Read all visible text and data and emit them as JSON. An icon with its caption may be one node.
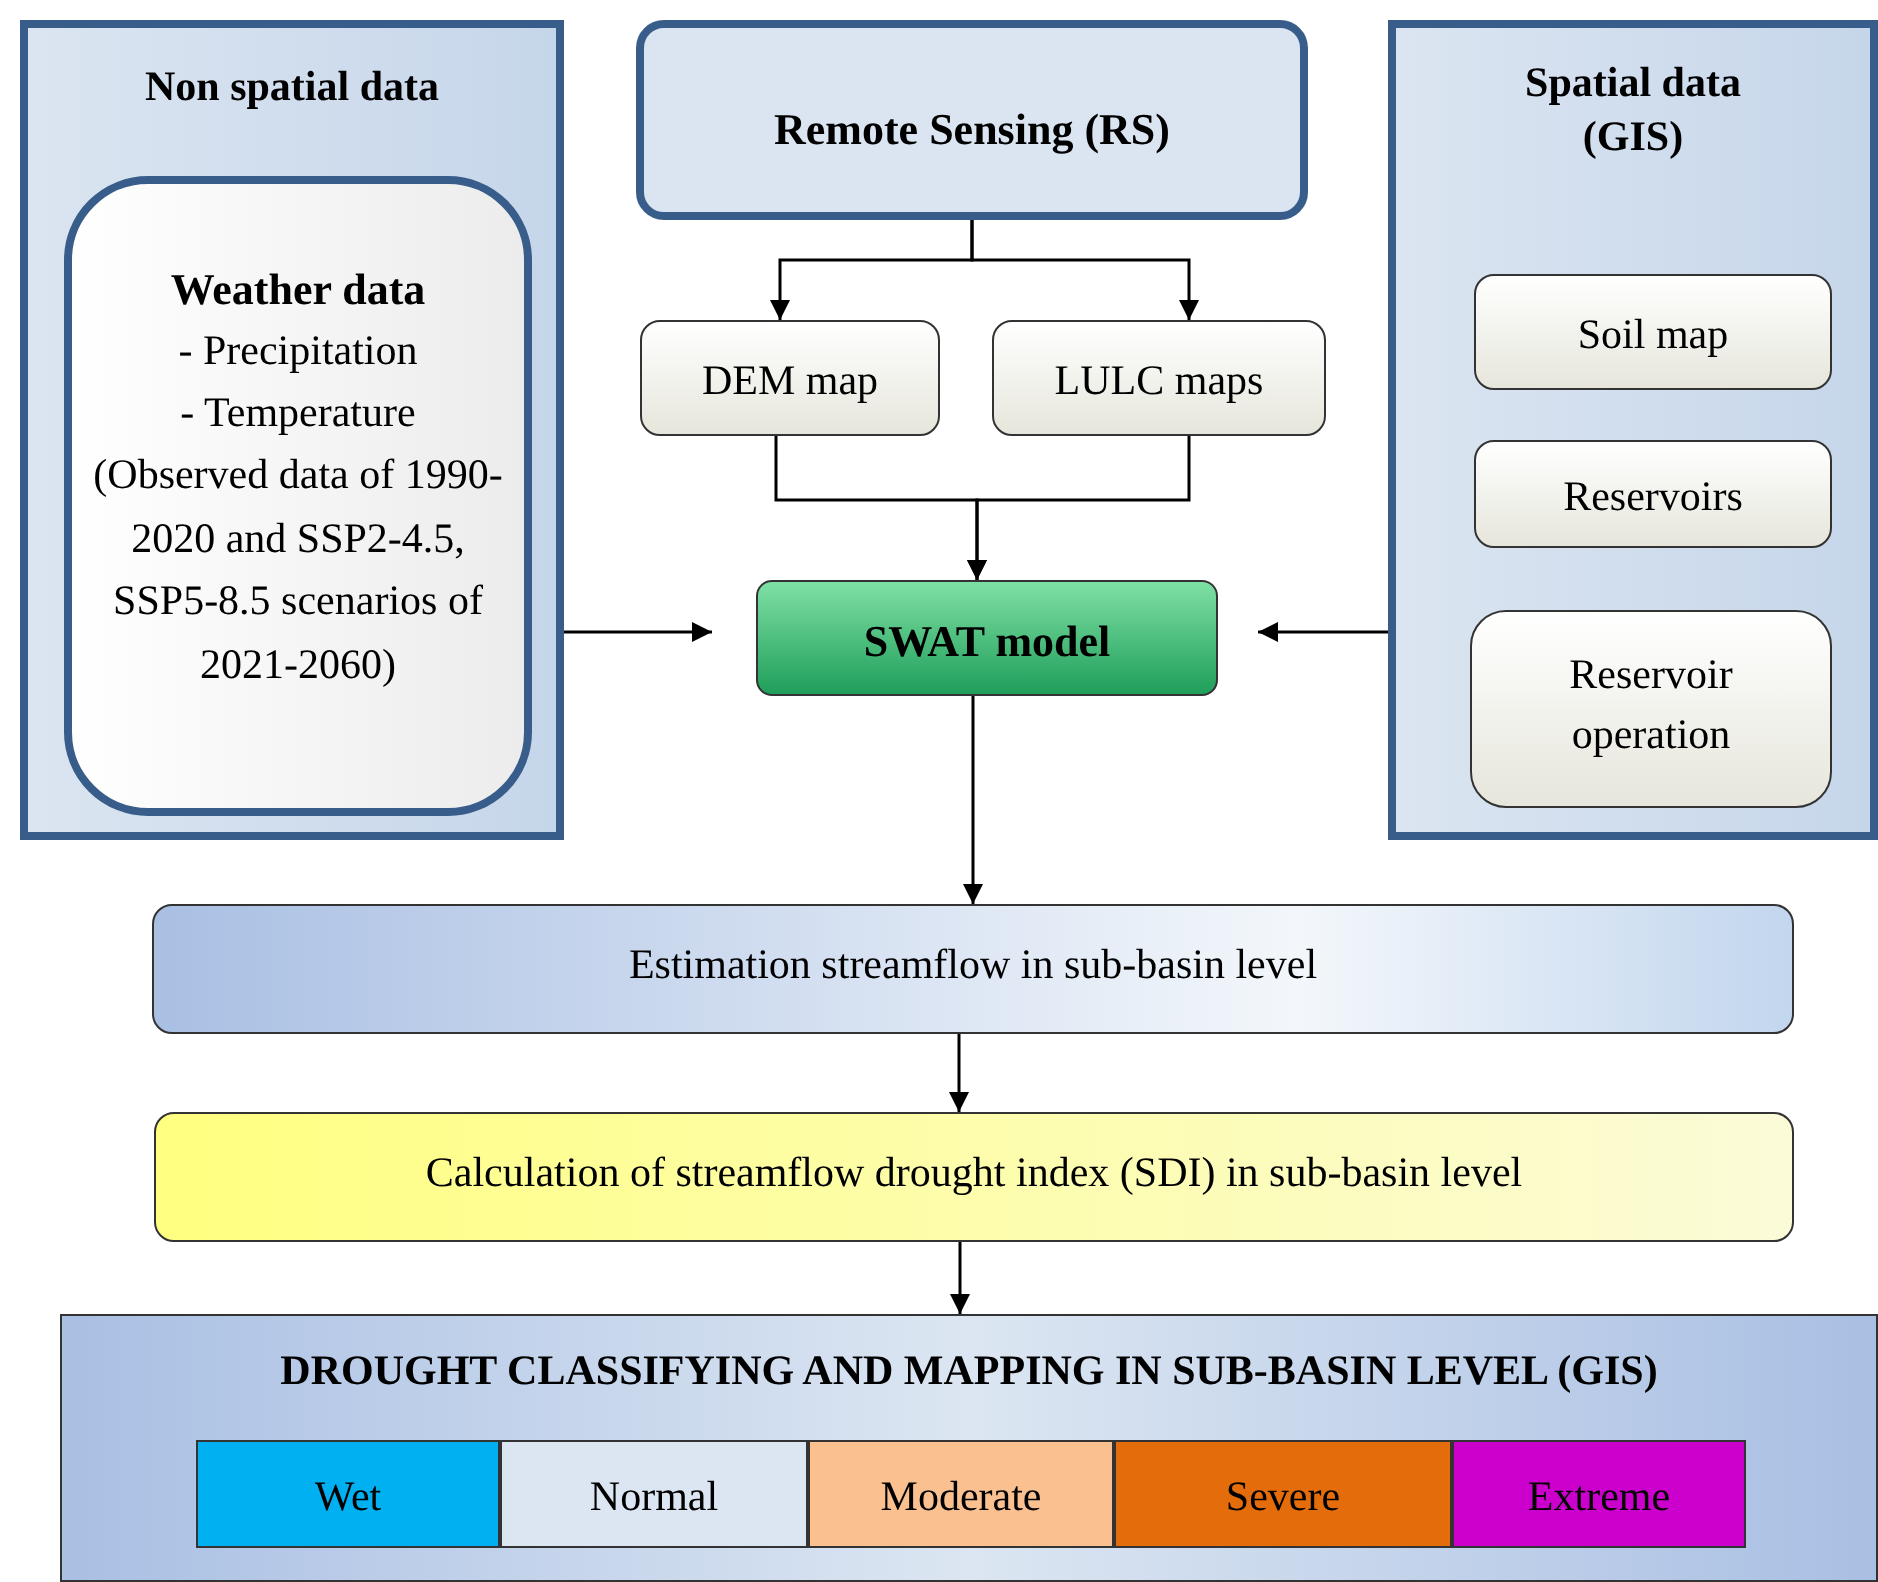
{
  "diagram": {
    "nodes": [
      {
        "text": [
          "Non spatial data"
        ]
      },
      {
        "text": [
          "Weather data",
          "- Precipitation",
          "- Temperature",
          "(Observed data of 1990-2020 and SSP2-4.5, SSP5-8.5 scenarios of 2021-2060)"
        ],
        "in": 0
      },
      {
        "text": [
          "Remote Sensing (RS)"
        ]
      },
      {
        "text": [
          "DEM map"
        ]
      },
      {
        "text": [
          "LULC maps"
        ]
      },
      {
        "text": [
          "Spatial data (GIS)"
        ]
      },
      {
        "text": [
          "Soil map"
        ],
        "in": 5
      },
      {
        "text": [
          "Reservoirs"
        ],
        "in": 5
      },
      {
        "text": [
          "Reservoir operation"
        ],
        "in": 5
      },
      {
        "text": [
          "SWAT model"
        ]
      },
      {
        "text": [
          "Estimation streamflow in sub-basin level"
        ]
      },
      {
        "text": [
          "Calculation of streamflow drought index (SDI) in sub-basin level"
        ]
      },
      {
        "text": [
          "DROUGHT CLASSIFYING AND MAPPING IN SUB-BASIN LEVEL (GIS)"
        ]
      },
      {
        "text": [
          "Wet"
        ],
        "in": 12
      },
      {
        "text": [
          "Normal"
        ],
        "in": 12
      },
      {
        "text": [
          "Moderate"
        ],
        "in": 12
      },
      {
        "text": [
          "Severe"
        ],
        "in": 12
      },
      {
        "text": [
          "Extreme"
        ],
        "in": 12
      }
    ],
    "edges": [
      {
        "from": 2,
        "to": 3,
        "arrow": "to"
      },
      {
        "from": 2,
        "to": 4,
        "arrow": "to"
      },
      {
        "from": 3,
        "to": 9,
        "arrow": "to"
      },
      {
        "from": 4,
        "to": 9,
        "arrow": "to"
      },
      {
        "from": 0,
        "to": 9,
        "arrow": "to"
      },
      {
        "from": 5,
        "to": 9,
        "arrow": "to"
      },
      {
        "from": 9,
        "to": 10,
        "arrow": "to"
      },
      {
        "from": 10,
        "to": 11,
        "arrow": "to"
      },
      {
        "from": 11,
        "to": 12,
        "arrow": "to"
      }
    ]
  }
}
